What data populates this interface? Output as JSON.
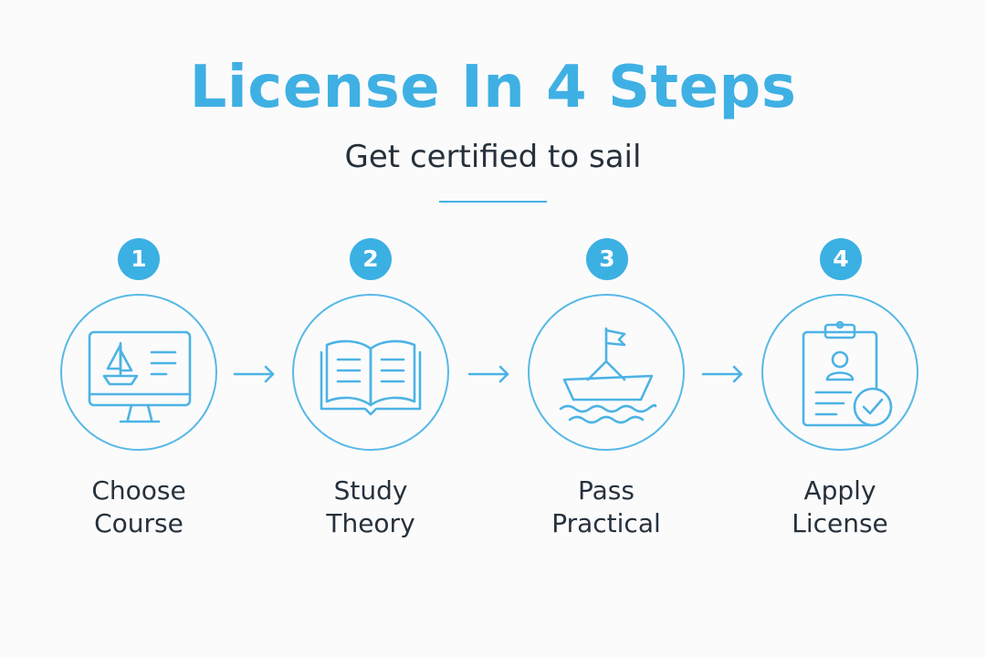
{
  "header": {
    "title": "License In 4 Steps",
    "subtitle": "Get certified to sail"
  },
  "steps": [
    {
      "number": "1",
      "line1": "Choose",
      "line2": "Course",
      "icon": "monitor-sailboat-icon"
    },
    {
      "number": "2",
      "line1": "Study",
      "line2": "Theory",
      "icon": "open-book-icon"
    },
    {
      "number": "3",
      "line1": "Pass",
      "line2": "Practical",
      "icon": "boat-on-waves-icon"
    },
    {
      "number": "4",
      "line1": "Apply",
      "line2": "License",
      "icon": "clipboard-check-icon"
    }
  ],
  "colors": {
    "accent": "#3fb0e3",
    "text": "#26313c",
    "background": "#fbfbfc"
  }
}
